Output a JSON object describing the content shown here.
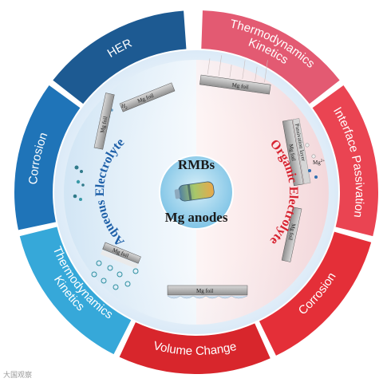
{
  "center": {
    "title_top": "RMBs",
    "title_bottom": "Mg anodes"
  },
  "inner_arcs": {
    "left": "Aqueous Electrolyte",
    "right": "Organic Electrolyte"
  },
  "segments": [
    {
      "label": "Thermodynamics",
      "label2": "Kinetics",
      "color": "#e35a72"
    },
    {
      "label": "Interface Passivation",
      "color": "#ea4452"
    },
    {
      "label": "Corrosion",
      "color": "#e42f38"
    },
    {
      "label": "Volume Change",
      "color": "#d8262c"
    },
    {
      "label": "Thermodynamics",
      "label2": "Kinetics",
      "color": "#36a8d9"
    },
    {
      "label": "Corrosion",
      "color": "#1f74b8"
    },
    {
      "label": "HER",
      "color": "#1d5a92"
    }
  ],
  "panels": {
    "her_foil": "Mg foil",
    "her_gas": "H",
    "her_gas_sub": "2",
    "corrosion_left_foil": "Mg foil",
    "thermo_left_foil": "Mg foil",
    "volume_foil": "Mg foil",
    "corrosion_right_foil": "Mg foil",
    "passivation_layer": "Passivation layer",
    "passivation_foil": "Mg foil",
    "passivation_ion": "Mg",
    "passivation_ion_sup": "2+",
    "thermo_right_foil": "Mg foil"
  },
  "watermark": "大国观察"
}
